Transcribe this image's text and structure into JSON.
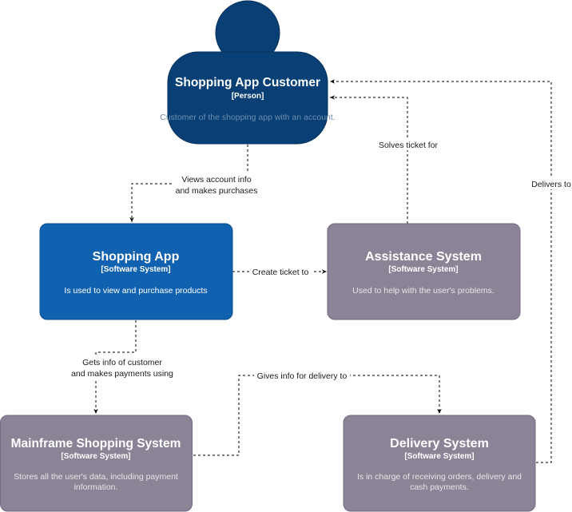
{
  "colors": {
    "person": "#083F75",
    "person_stroke": "#06315C",
    "software_system": "#1061B0",
    "software_system_stroke": "#0D5091",
    "external_system": "#8C8496",
    "external_system_stroke": "#736782",
    "desc_on_blue": "#ffffff",
    "desc_on_grey": "#e6e6e6",
    "desc_on_person": "#6f8fb0"
  },
  "nodes": {
    "customer": {
      "title": "Shopping App Customer",
      "type": "[Person]",
      "description": "Customer of the shopping app with an account."
    },
    "shopping_app": {
      "title": "Shopping App",
      "type": "[Software System]",
      "description": "Is used to view and purchase products"
    },
    "assistance": {
      "title": "Assistance System",
      "type": "[Software System]",
      "description": "Used to help with the user's problems."
    },
    "mainframe": {
      "title": "Mainframe Shopping System",
      "type": "[Software System]",
      "description_line1": "Stores all the user's data, including payment",
      "description_line2": "information."
    },
    "delivery": {
      "title": "Delivery System",
      "type": "[Software System]",
      "description_line1": "Is in charge of receiving orders, delivery and",
      "description_line2": "cash payments."
    }
  },
  "edges": {
    "views_account": {
      "line1": "Views account info",
      "line2": "and makes purchases"
    },
    "create_ticket": {
      "label": "Create ticket to"
    },
    "solves_ticket": {
      "label": "Solves ticket for"
    },
    "delivers_to": {
      "label": "Delivers to"
    },
    "gets_info": {
      "line1": "Gets info of customer",
      "line2": "and makes payments using"
    },
    "gives_info": {
      "label": "Gives info for delivery to"
    }
  }
}
